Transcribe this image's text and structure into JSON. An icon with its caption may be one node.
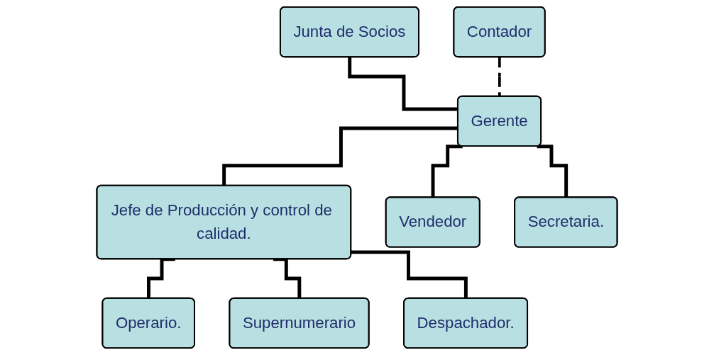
{
  "diagram": {
    "nodes": [
      {
        "text": [
          "Junta de Socios"
        ]
      },
      {
        "text": [
          "Contador"
        ]
      },
      {
        "text": [
          "Gerente"
        ]
      },
      {
        "text": [
          "Jefe de Producción y control de calidad."
        ]
      },
      {
        "text": [
          "Vendedor"
        ]
      },
      {
        "text": [
          "Secretaria."
        ]
      },
      {
        "text": [
          "Operario."
        ]
      },
      {
        "text": [
          "Supernumerario"
        ]
      },
      {
        "text": [
          "Despachador."
        ]
      }
    ],
    "edges": [
      {
        "from": 0,
        "to": 2,
        "arrow": "none"
      },
      {
        "from": 1,
        "to": 2,
        "arrow": "none",
        "style": "dashed"
      },
      {
        "from": 2,
        "to": 3,
        "arrow": "none"
      },
      {
        "from": 2,
        "to": 4,
        "arrow": "none"
      },
      {
        "from": 2,
        "to": 5,
        "arrow": "none"
      },
      {
        "from": 3,
        "to": 6,
        "arrow": "none"
      },
      {
        "from": 3,
        "to": 7,
        "arrow": "none"
      },
      {
        "from": 3,
        "to": 8,
        "arrow": "none"
      }
    ]
  }
}
